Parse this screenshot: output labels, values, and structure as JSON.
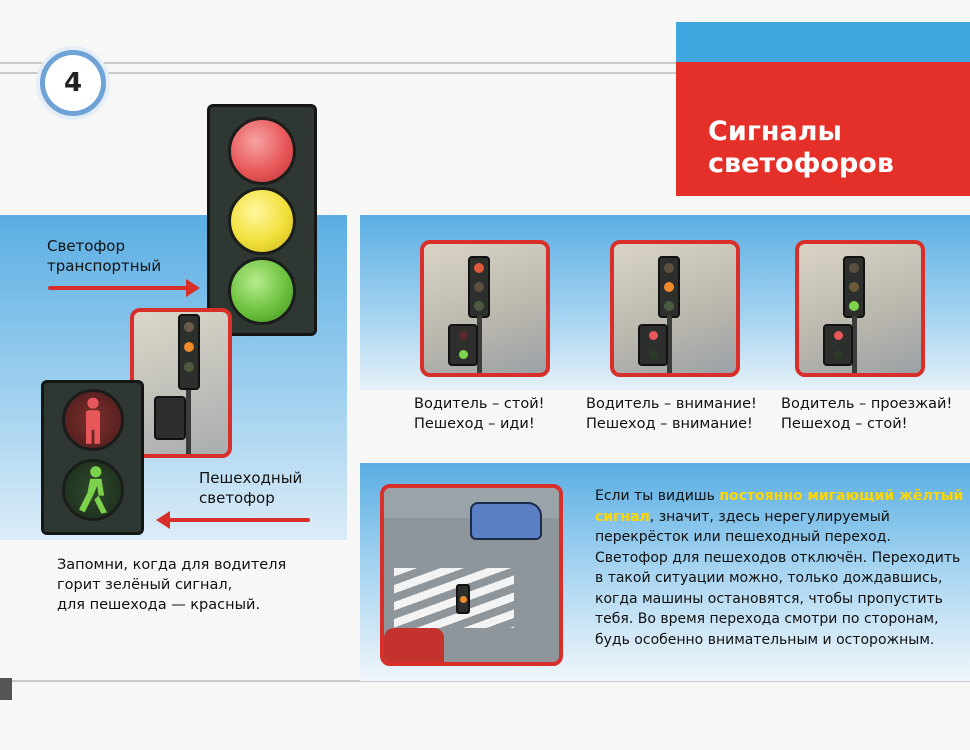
{
  "page": {
    "number": "4"
  },
  "title": {
    "line1": "Сигналы",
    "line2": "светофоров"
  },
  "left": {
    "transport_label_1": "Светофор",
    "transport_label_2": "транспортный",
    "ped_label_1": "Пешеходный",
    "ped_label_2": "светофор",
    "note_1": "Запомни, когда для водителя",
    "note_2": "горит зелёный сигнал,",
    "note_3": "для пешехода — красный."
  },
  "signals": [
    {
      "driver": "Водитель – стой!",
      "pedestrian": "Пешеход – иди!",
      "active": "red",
      "ped": "green"
    },
    {
      "driver": "Водитель – внимание!",
      "pedestrian": "Пешеход – внимание!",
      "active": "yellow",
      "ped": "red"
    },
    {
      "driver": "Водитель – проезжай!",
      "pedestrian": "Пешеход – стой!",
      "active": "green",
      "ped": "red"
    }
  ],
  "story": {
    "intro": "Если ты видишь ",
    "highlight": "постоянно мигающий жёлтый сигнал",
    "rest": ", значит, здесь нерегулируемый перекрёсток или пешеходный переход. Светофор для пешеходов отключён. Переходить в такой ситуации можно, только дождавшись, когда машины остановятся, чтобы пропустить тебя. Во время перехода смотри по сторонам, будь особенно внимательным и осторожным."
  },
  "colors": {
    "accent_red": "#d92f2a",
    "title_red": "#e5302a",
    "sky_blue": "#5aaee3",
    "lamp_red": "#e8585a",
    "lamp_yellow": "#f2e03a",
    "lamp_green": "#6cc23e",
    "highlight_yellow": "#ffd600"
  }
}
